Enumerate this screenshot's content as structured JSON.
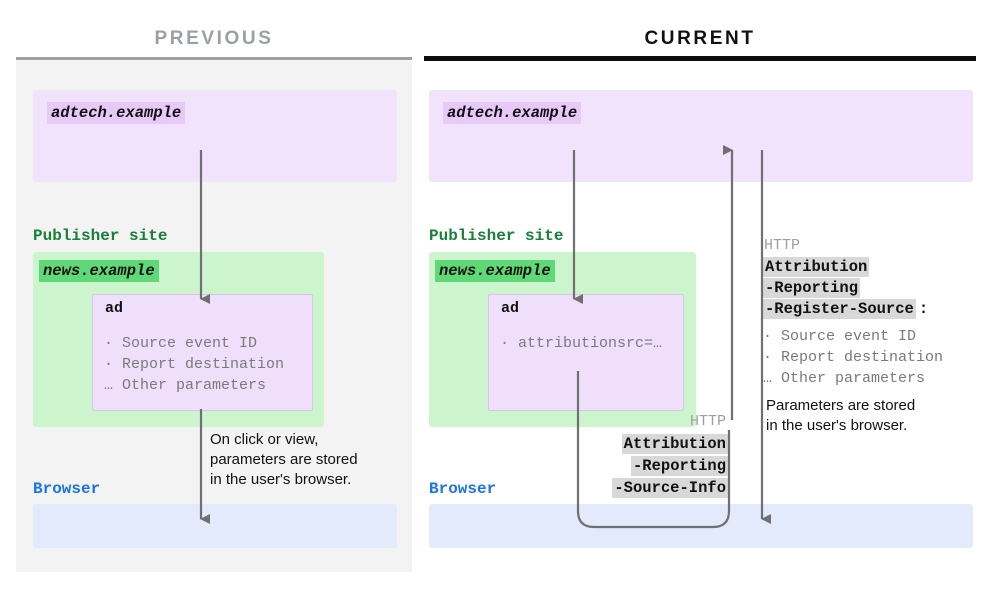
{
  "panels": {
    "previous": {
      "title": "PREVIOUS",
      "adtech_chip": "adtech.example",
      "publisher_label": "Publisher site",
      "news_chip": "news.example",
      "ad_title": "ad",
      "ad_params": "· Source event ID\n· Report destination\n… Other parameters",
      "note": "On click or view,\nparameters are stored\nin the user's browser.",
      "browser_label": "Browser"
    },
    "current": {
      "title": "CURRENT",
      "adtech_chip": "adtech.example",
      "publisher_label": "Publisher site",
      "news_chip": "news.example",
      "ad_title": "ad",
      "ad_params": "· attributionsrc=…",
      "browser_label": "Browser",
      "request_http": {
        "protocol": "HTTP",
        "header_line_1": "Attribution",
        "header_line_2": "-Reporting",
        "header_line_3": "-Source-Info"
      },
      "response_http": {
        "protocol": "HTTP",
        "header_line_1": "Attribution",
        "header_line_2": "-Reporting",
        "header_line_3": "-Register-Source",
        "header_suffix": ":",
        "params": "· Source event ID\n· Report destination\n… Other parameters",
        "note": "Parameters are stored\nin the user's browser."
      }
    }
  },
  "colors": {
    "adtech_zone": "#f1e3fb",
    "adtech_chip": "#e6c9f7",
    "publisher_zone": "#cdf5cd",
    "publisher_chip": "#5fd977",
    "publisher_label": "#188038",
    "browser_zone": "#e2eafb",
    "browser_label": "#1a73e8",
    "arrow": "#707070",
    "header_highlight": "#d8d8d8",
    "previous_accent": "#9aa0a6",
    "current_accent": "#0d0d0d"
  }
}
